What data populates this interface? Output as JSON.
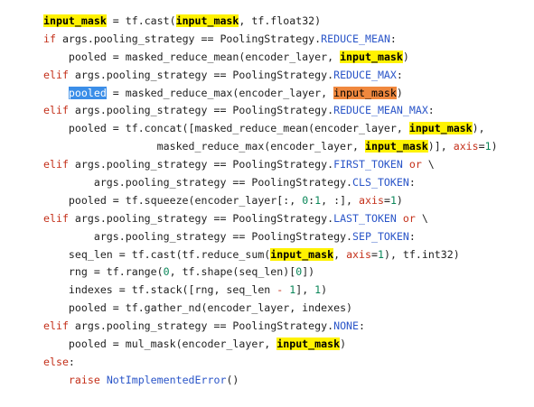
{
  "lines": [
    {
      "indent": 0,
      "tokens": [
        {
          "t": "input_mask",
          "c": "hl-yellow"
        },
        {
          "t": " = tf.cast(",
          "c": "t-id"
        },
        {
          "t": "input_mask",
          "c": "hl-yellow"
        },
        {
          "t": ", tf.float32)",
          "c": "t-id"
        }
      ]
    },
    {
      "indent": 0,
      "tokens": [
        {
          "t": "if",
          "c": "t-kw"
        },
        {
          "t": " args.pooling_strategy == PoolingStrategy.",
          "c": "t-id"
        },
        {
          "t": "REDUCE_MEAN",
          "c": "t-const"
        },
        {
          "t": ":",
          "c": "t-id"
        }
      ]
    },
    {
      "indent": 1,
      "tokens": [
        {
          "t": "pooled = masked_reduce_mean(encoder_layer, ",
          "c": "t-id"
        },
        {
          "t": "input_mask",
          "c": "hl-yellow"
        },
        {
          "t": ")",
          "c": "t-id"
        }
      ]
    },
    {
      "indent": 0,
      "tokens": [
        {
          "t": "elif",
          "c": "t-kw"
        },
        {
          "t": " args.pooling_strategy == PoolingStrategy.",
          "c": "t-id"
        },
        {
          "t": "REDUCE_MAX",
          "c": "t-const"
        },
        {
          "t": ":",
          "c": "t-id"
        }
      ]
    },
    {
      "indent": 1,
      "tokens": [
        {
          "t": "pooled",
          "c": "hl-blue"
        },
        {
          "t": " = masked_reduce_max(encoder_layer, ",
          "c": "t-id"
        },
        {
          "t": "input_mask",
          "c": "hl-orange"
        },
        {
          "t": ")",
          "c": "t-id"
        }
      ]
    },
    {
      "indent": 0,
      "tokens": [
        {
          "t": "elif",
          "c": "t-kw"
        },
        {
          "t": " args.pooling_strategy == PoolingStrategy.",
          "c": "t-id"
        },
        {
          "t": "REDUCE_MEAN_MAX",
          "c": "t-const"
        },
        {
          "t": ":",
          "c": "t-id"
        }
      ]
    },
    {
      "indent": 1,
      "tokens": [
        {
          "t": "pooled = tf.concat([masked_reduce_mean(encoder_layer, ",
          "c": "t-id"
        },
        {
          "t": "input_mask",
          "c": "hl-yellow"
        },
        {
          "t": "),",
          "c": "t-id"
        }
      ]
    },
    {
      "indent": 0,
      "pad": "                  ",
      "tokens": [
        {
          "t": "masked_reduce_max(encoder_layer, ",
          "c": "t-id"
        },
        {
          "t": "input_mask",
          "c": "hl-yellow"
        },
        {
          "t": ")], ",
          "c": "t-id"
        },
        {
          "t": "axis",
          "c": "t-param"
        },
        {
          "t": "=",
          "c": "t-id"
        },
        {
          "t": "1",
          "c": "t-num"
        },
        {
          "t": ")",
          "c": "t-id"
        }
      ]
    },
    {
      "indent": 0,
      "tokens": [
        {
          "t": "elif",
          "c": "t-kw"
        },
        {
          "t": " args.pooling_strategy == PoolingStrategy.",
          "c": "t-id"
        },
        {
          "t": "FIRST_TOKEN",
          "c": "t-const"
        },
        {
          "t": " ",
          "c": "t-id"
        },
        {
          "t": "or",
          "c": "t-kw"
        },
        {
          "t": " \\",
          "c": "t-id"
        }
      ]
    },
    {
      "indent": 0,
      "pad": "        ",
      "tokens": [
        {
          "t": "args.pooling_strategy == PoolingStrategy.",
          "c": "t-id"
        },
        {
          "t": "CLS_TOKEN",
          "c": "t-const"
        },
        {
          "t": ":",
          "c": "t-id"
        }
      ]
    },
    {
      "indent": 1,
      "tokens": [
        {
          "t": "pooled = tf.squeeze(encoder_layer[:, ",
          "c": "t-id"
        },
        {
          "t": "0",
          "c": "t-num"
        },
        {
          "t": ":",
          "c": "t-id"
        },
        {
          "t": "1",
          "c": "t-num"
        },
        {
          "t": ", :], ",
          "c": "t-id"
        },
        {
          "t": "axis",
          "c": "t-param"
        },
        {
          "t": "=",
          "c": "t-id"
        },
        {
          "t": "1",
          "c": "t-num"
        },
        {
          "t": ")",
          "c": "t-id"
        }
      ]
    },
    {
      "indent": 0,
      "tokens": [
        {
          "t": "elif",
          "c": "t-kw"
        },
        {
          "t": " args.pooling_strategy == PoolingStrategy.",
          "c": "t-id"
        },
        {
          "t": "LAST_TOKEN",
          "c": "t-const"
        },
        {
          "t": " ",
          "c": "t-id"
        },
        {
          "t": "or",
          "c": "t-kw"
        },
        {
          "t": " \\",
          "c": "t-id"
        }
      ]
    },
    {
      "indent": 0,
      "pad": "        ",
      "tokens": [
        {
          "t": "args.pooling_strategy == PoolingStrategy.",
          "c": "t-id"
        },
        {
          "t": "SEP_TOKEN",
          "c": "t-const"
        },
        {
          "t": ":",
          "c": "t-id"
        }
      ]
    },
    {
      "indent": 1,
      "tokens": [
        {
          "t": "seq_len = tf.cast(tf.reduce_sum(",
          "c": "t-id"
        },
        {
          "t": "input_mask",
          "c": "hl-yellow"
        },
        {
          "t": ", ",
          "c": "t-id"
        },
        {
          "t": "axis",
          "c": "t-param"
        },
        {
          "t": "=",
          "c": "t-id"
        },
        {
          "t": "1",
          "c": "t-num"
        },
        {
          "t": "), tf.int32)",
          "c": "t-id"
        }
      ]
    },
    {
      "indent": 1,
      "tokens": [
        {
          "t": "rng = tf.range(",
          "c": "t-id"
        },
        {
          "t": "0",
          "c": "t-num"
        },
        {
          "t": ", tf.shape(seq_len)[",
          "c": "t-id"
        },
        {
          "t": "0",
          "c": "t-num"
        },
        {
          "t": "])",
          "c": "t-id"
        }
      ]
    },
    {
      "indent": 1,
      "tokens": [
        {
          "t": "indexes = tf.stack([rng, seq_len ",
          "c": "t-id"
        },
        {
          "t": "-",
          "c": "t-kw"
        },
        {
          "t": " ",
          "c": "t-id"
        },
        {
          "t": "1",
          "c": "t-num"
        },
        {
          "t": "], ",
          "c": "t-id"
        },
        {
          "t": "1",
          "c": "t-num"
        },
        {
          "t": ")",
          "c": "t-id"
        }
      ]
    },
    {
      "indent": 1,
      "tokens": [
        {
          "t": "pooled = tf.gather_nd(encoder_layer, indexes)",
          "c": "t-id"
        }
      ]
    },
    {
      "indent": 0,
      "tokens": [
        {
          "t": "elif",
          "c": "t-kw"
        },
        {
          "t": " args.pooling_strategy == PoolingStrategy.",
          "c": "t-id"
        },
        {
          "t": "NONE",
          "c": "t-const"
        },
        {
          "t": ":",
          "c": "t-id"
        }
      ]
    },
    {
      "indent": 1,
      "tokens": [
        {
          "t": "pooled = mul_mask(encoder_layer, ",
          "c": "t-id"
        },
        {
          "t": "input_mask",
          "c": "hl-yellow"
        },
        {
          "t": ")",
          "c": "t-id"
        }
      ]
    },
    {
      "indent": 0,
      "tokens": [
        {
          "t": "else",
          "c": "t-kw"
        },
        {
          "t": ":",
          "c": "t-id"
        }
      ]
    },
    {
      "indent": 1,
      "tokens": [
        {
          "t": "raise",
          "c": "t-kw"
        },
        {
          "t": " ",
          "c": "t-id"
        },
        {
          "t": "NotImplementedError",
          "c": "t-const"
        },
        {
          "t": "()",
          "c": "t-id"
        }
      ]
    }
  ],
  "colors": {
    "background": "#ffffff",
    "keyword": "#c4301a",
    "constant": "#2a55c8",
    "number": "#098658",
    "highlight_occurrence": "#fff200",
    "highlight_current": "#f0883e",
    "selection": "#3b8ee8"
  }
}
